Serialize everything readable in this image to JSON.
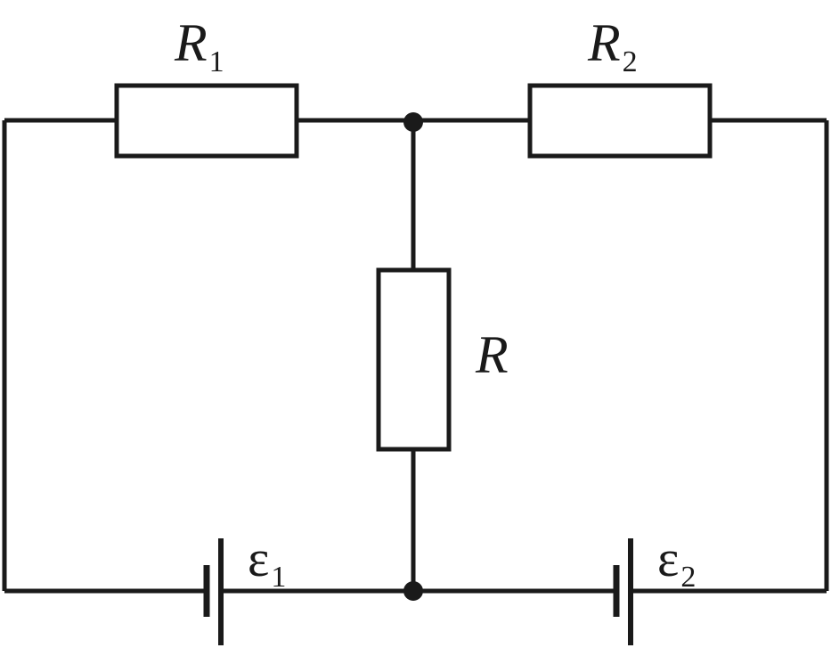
{
  "colors": {
    "wire": "#1a1a1a",
    "background": "#ffffff"
  },
  "labels": {
    "r1": {
      "symbol": "R",
      "subscript": "1"
    },
    "r2": {
      "symbol": "R",
      "subscript": "2"
    },
    "r": {
      "symbol": "R"
    },
    "emf1": {
      "symbol": "ε",
      "subscript": "1"
    },
    "emf2": {
      "symbol": "ε",
      "subscript": "2"
    }
  }
}
